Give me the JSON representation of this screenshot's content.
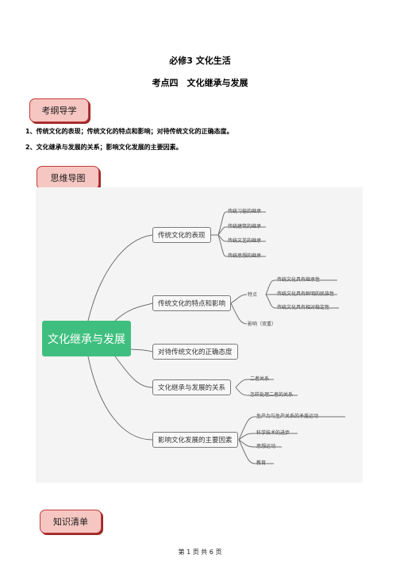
{
  "header": {
    "title": "必修3 文化生活",
    "subtitle": "考点四　文化继承与发展"
  },
  "section1": {
    "label": "考纲导学",
    "items": [
      "1、传统文化的表现；传统文化的特点和影响；对待传统文化的正确态度。",
      "2、文化继承与发展的关系；影响文化发展的主要因素。"
    ]
  },
  "section2": {
    "label": "思维导图"
  },
  "mindmap": {
    "root": "文化继承与发展",
    "b1": {
      "label": "传统文化的表现",
      "leaves": [
        "传统习俗的继承",
        "传统建筑的继承",
        "传统文艺的继承",
        "传统思想的继承"
      ]
    },
    "b2": {
      "label": "传统文化的特点和影响",
      "sub1": "特点",
      "sub1_leaves": [
        "传统文化具有继承性",
        "传统文化具有鲜明的民族性",
        "传统文化具有相对稳定性"
      ],
      "sub2": "影响（双重）"
    },
    "b3": {
      "label": "对待传统文化的正确态度"
    },
    "b4": {
      "label": "文化继承与发展的关系",
      "leaves": [
        "二者关系",
        "怎样处理二者的关系"
      ]
    },
    "b5": {
      "label": "影响文化发展的主要因素",
      "leaves": [
        "生产力与生产关系的矛盾运动",
        "科学技术的进步",
        "思想运动",
        "教育"
      ]
    }
  },
  "section3": {
    "label": "知识清单"
  },
  "footer": {
    "text": "第 1 页  共 6 页"
  },
  "colors": {
    "badge_bg": "#f6c7c2",
    "badge_border": "#c43a3a",
    "root_bg": "#3fbf7f",
    "line": "#6f6f6f"
  }
}
